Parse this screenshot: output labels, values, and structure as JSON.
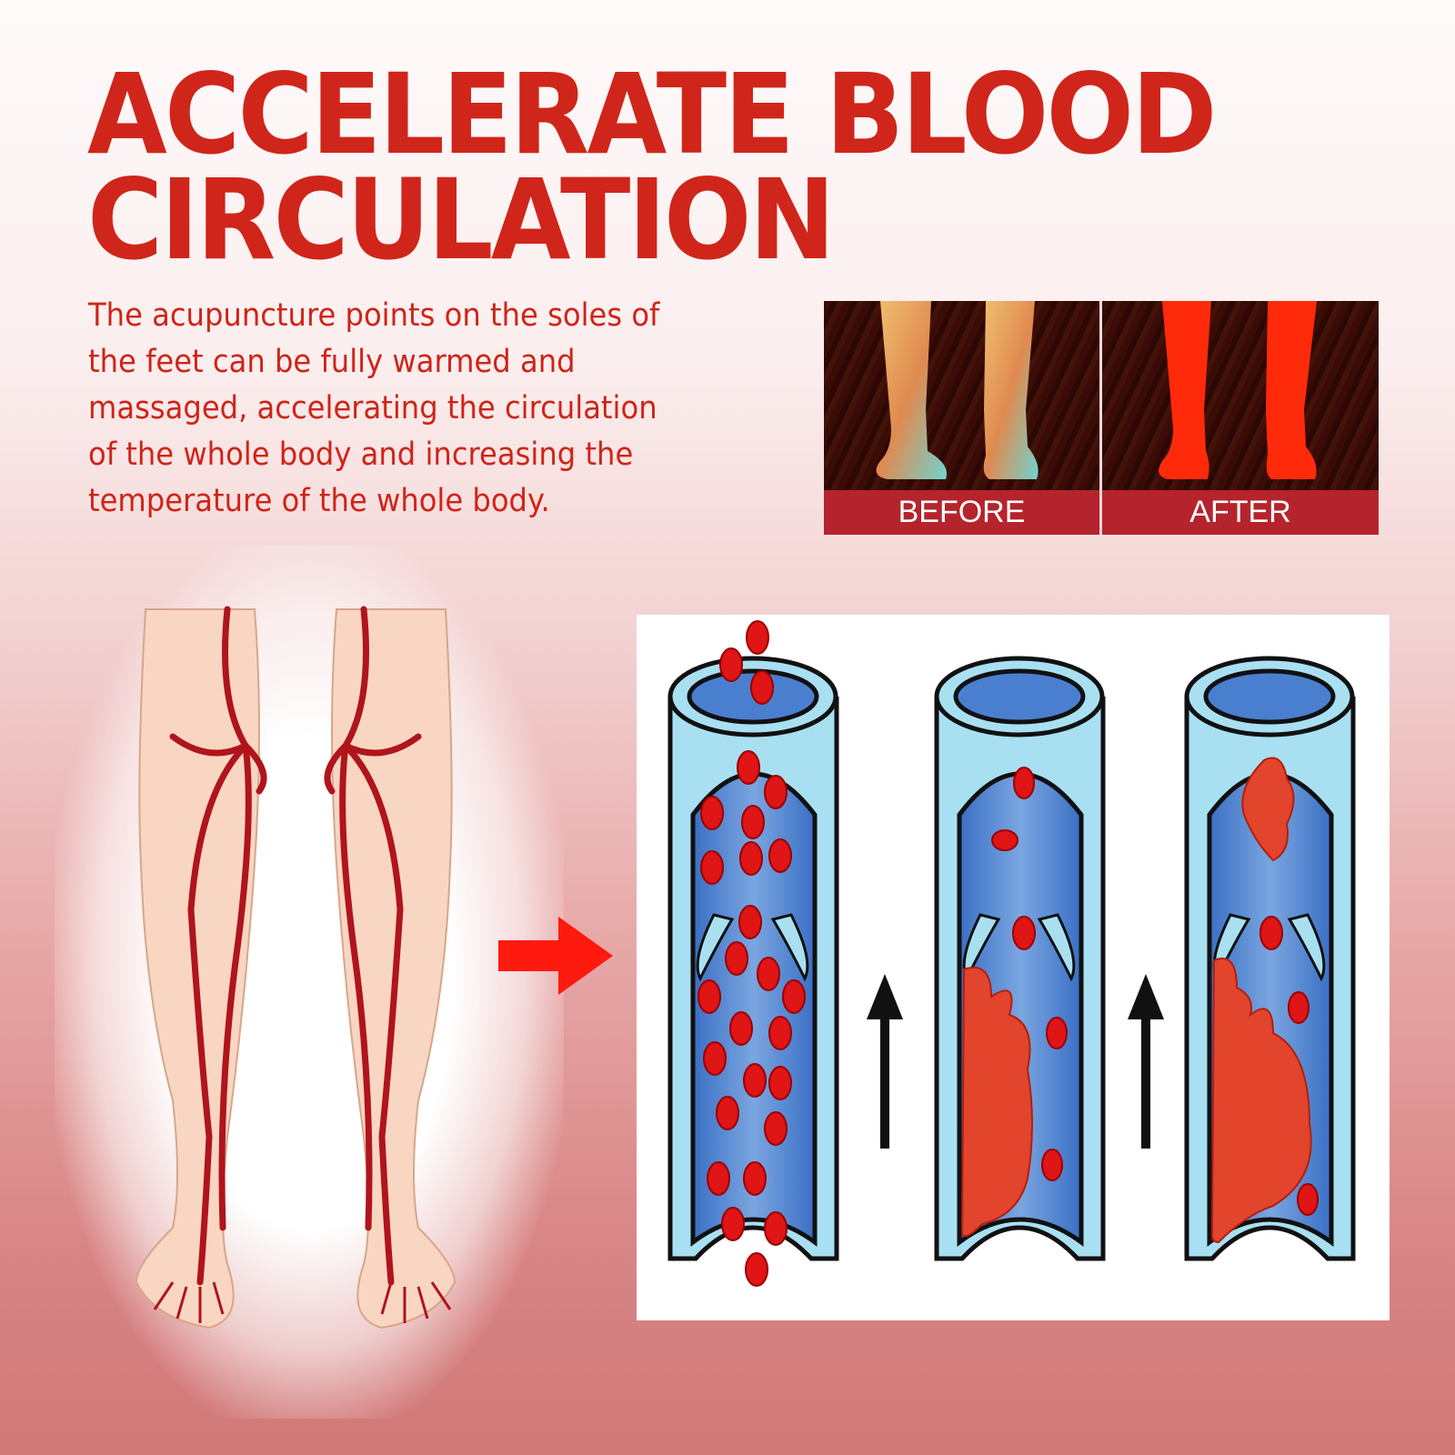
{
  "title": {
    "line1": "ACCELERATE BLOOD",
    "line2": "CIRCULATION"
  },
  "description": "The acupuncture points on the soles of the feet can be fully warmed and massaged, accelerating the circulation of the whole body and increasing the temperature of the whole body.",
  "comparison": {
    "before_label": "BEFORE",
    "after_label": "AFTER"
  },
  "colors": {
    "accent": "#d0251a",
    "label_bar": "#b5242c",
    "arrow": "#ff1a10",
    "vessel": "#4a7fd0"
  }
}
